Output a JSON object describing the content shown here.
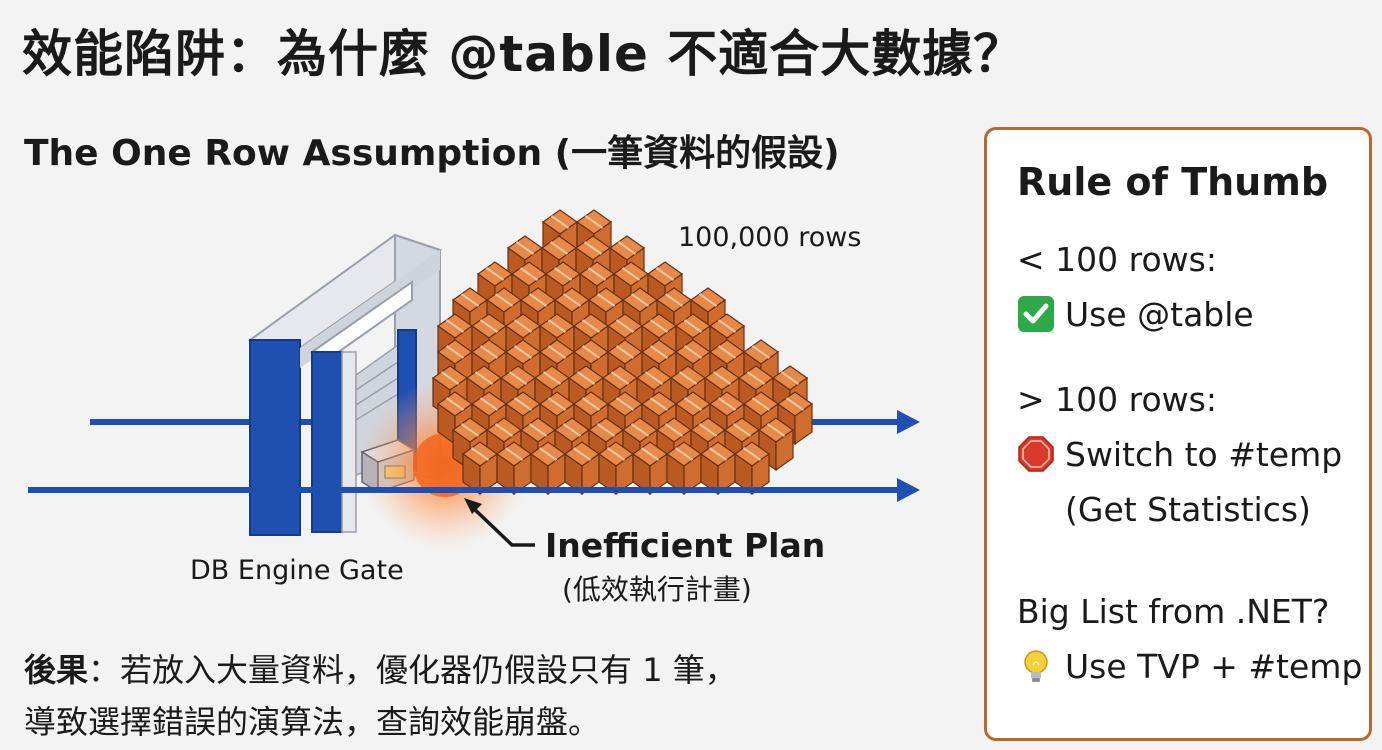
{
  "title": "效能陷阱：為什麼 @table 不適合大數據？",
  "subtitle": "The One Row Assumption (一筆資料的假設)",
  "illustration": {
    "rows_label": "100,000 rows",
    "gate_label": "DB Engine Gate",
    "plan_label": "Inefficient Plan",
    "plan_sub": "(低效執行計畫)"
  },
  "consequence": {
    "bold": "後果",
    "line1": "：若放入大量資料，優化器仍假設只有 1 筆，",
    "line2": "導致選擇錯誤的演算法，查詢效能崩盤。"
  },
  "rule": {
    "title": "Rule of Thumb",
    "small_cond": "< 100 rows:",
    "small_action": "Use @table",
    "small_icon": "check-mark-icon",
    "large_cond": "> 100 rows:",
    "large_action": "Switch to #temp",
    "large_note": "(Get Statistics)",
    "large_icon": "stop-sign-icon",
    "net_question": "Big List from .NET?",
    "net_action": "Use TVP + #temp",
    "net_icon": "lightbulb-icon"
  },
  "colors": {
    "accent_blue": "#1f4fb0",
    "box_orange": "#c8612a",
    "border_brown": "#b8672f",
    "check_green": "#2fa84a",
    "stop_red": "#d83a2a"
  }
}
